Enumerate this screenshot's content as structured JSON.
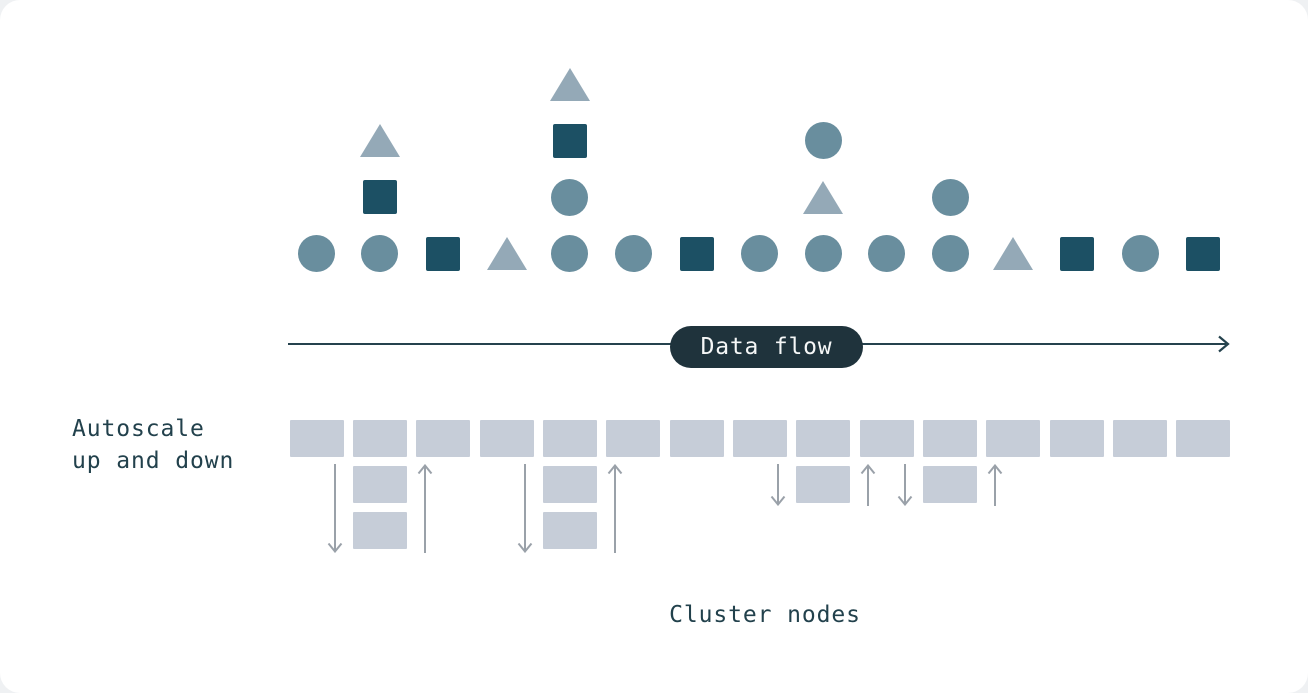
{
  "labels": {
    "autoscale": "Autoscale\nup and down",
    "data_flow": "Data flow",
    "cluster_nodes": "Cluster nodes"
  },
  "colors": {
    "circle": "#698E9E",
    "square": "#1C5064",
    "triangle": "#94A9B7",
    "node": "#C6CDD8",
    "arrow": "#9AA1A9",
    "ink": "#22414C",
    "pill": "#1F333C",
    "line": "#25424D",
    "pill-text": "#F5F7F7",
    "card-bg": "#FFFFFF"
  },
  "shapes": {
    "legend": "stacks listed bottom-to-top, one column per cluster node",
    "columns": [
      {
        "stack": [
          "circle"
        ]
      },
      {
        "stack": [
          "circle",
          "square",
          "triangle"
        ]
      },
      {
        "stack": [
          "square"
        ]
      },
      {
        "stack": [
          "triangle"
        ]
      },
      {
        "stack": [
          "circle",
          "circle",
          "square",
          "triangle"
        ]
      },
      {
        "stack": [
          "circle"
        ]
      },
      {
        "stack": [
          "square"
        ]
      },
      {
        "stack": [
          "circle"
        ]
      },
      {
        "stack": [
          "circle",
          "triangle",
          "circle"
        ]
      },
      {
        "stack": [
          "circle"
        ]
      },
      {
        "stack": [
          "circle",
          "circle"
        ]
      },
      {
        "stack": [
          "triangle"
        ]
      },
      {
        "stack": [
          "square"
        ]
      },
      {
        "stack": [
          "circle"
        ]
      },
      {
        "stack": [
          "square"
        ]
      }
    ]
  },
  "cluster": {
    "node_count": 15,
    "autoscale_groups": [
      {
        "column_index": 1,
        "extra_nodes": 2,
        "arrow_span": 2
      },
      {
        "column_index": 4,
        "extra_nodes": 2,
        "arrow_span": 2
      },
      {
        "column_index": 8,
        "extra_nodes": 1,
        "arrow_span": 1
      },
      {
        "column_index": 10,
        "extra_nodes": 1,
        "arrow_span": 1
      }
    ]
  }
}
